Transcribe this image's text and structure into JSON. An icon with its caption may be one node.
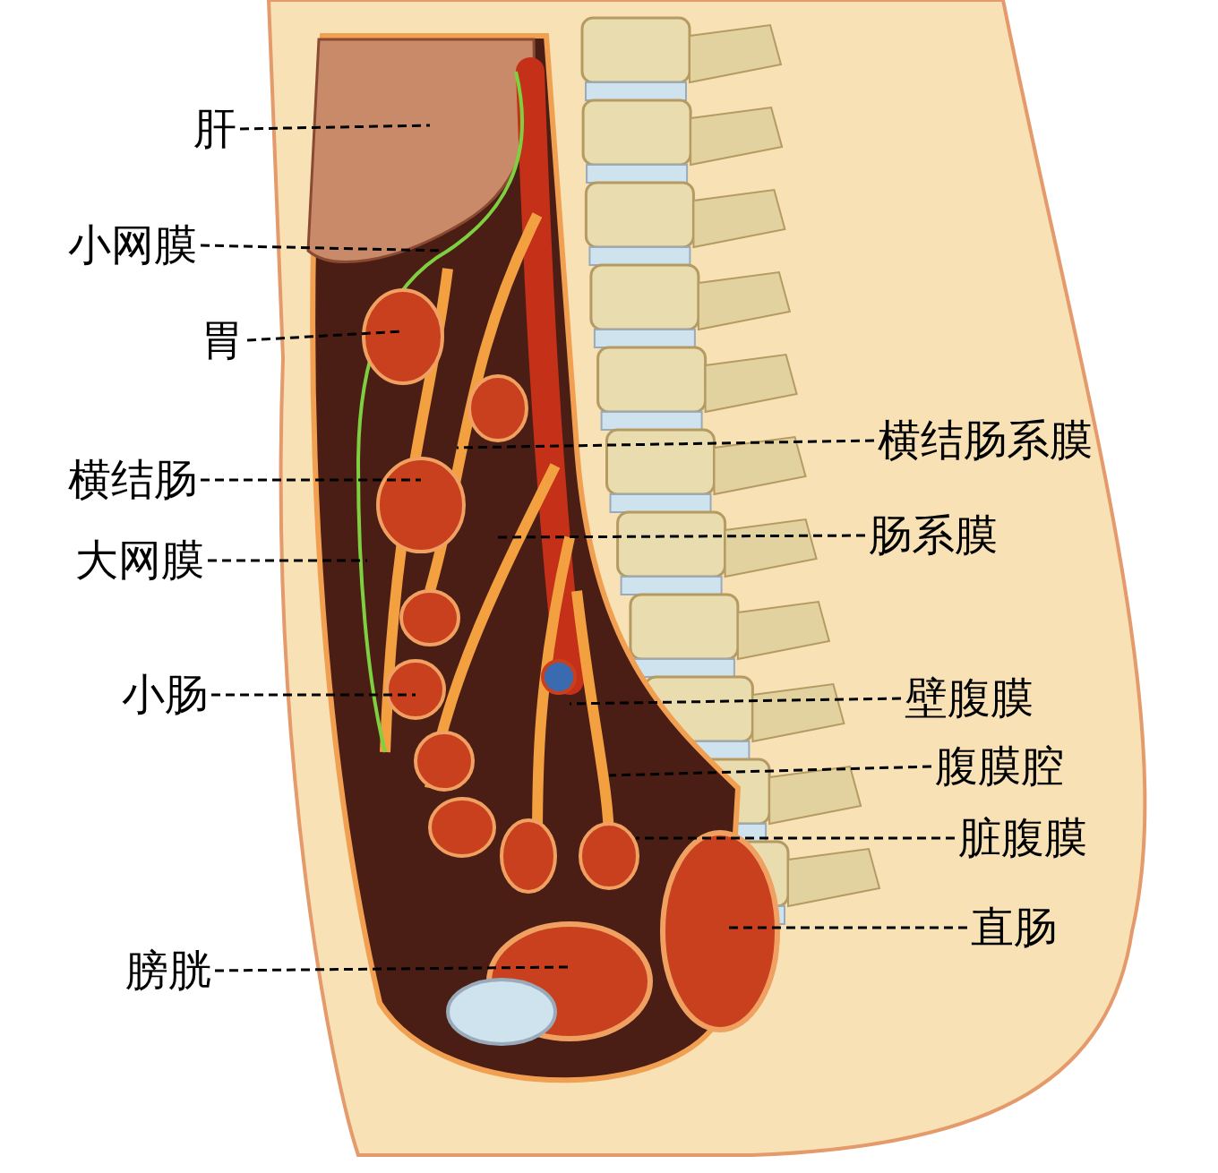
{
  "diagram": {
    "nodes": [
      {
        "text": [
          "肝"
        ]
      },
      {
        "text": [
          "小网膜"
        ]
      },
      {
        "text": [
          "胃"
        ]
      },
      {
        "text": [
          "横结肠"
        ]
      },
      {
        "text": [
          "大网膜"
        ]
      },
      {
        "text": [
          "小肠"
        ]
      },
      {
        "text": [
          "膀胱"
        ]
      },
      {
        "text": [
          "横结肠系膜"
        ]
      },
      {
        "text": [
          "肠系膜"
        ]
      },
      {
        "text": [
          "壁腹膜"
        ]
      },
      {
        "text": [
          "腹膜腔"
        ]
      },
      {
        "text": [
          "脏腹膜"
        ]
      },
      {
        "text": [
          "直肠"
        ]
      }
    ],
    "edges": [
      {
        "from": 0,
        "to": null,
        "arrow": "none"
      },
      {
        "from": 1,
        "to": null,
        "arrow": "none"
      },
      {
        "from": 2,
        "to": null,
        "arrow": "none"
      },
      {
        "from": 3,
        "to": null,
        "arrow": "none"
      },
      {
        "from": 4,
        "to": null,
        "arrow": "none"
      },
      {
        "from": 5,
        "to": null,
        "arrow": "none"
      },
      {
        "from": 6,
        "to": null,
        "arrow": "none"
      },
      {
        "from": 7,
        "to": null,
        "arrow": "none"
      },
      {
        "from": 8,
        "to": null,
        "arrow": "none"
      },
      {
        "from": 9,
        "to": null,
        "arrow": "none"
      },
      {
        "from": 10,
        "to": null,
        "arrow": "none"
      },
      {
        "from": 11,
        "to": null,
        "arrow": "none"
      },
      {
        "from": 12,
        "to": null,
        "arrow": "none"
      }
    ]
  }
}
